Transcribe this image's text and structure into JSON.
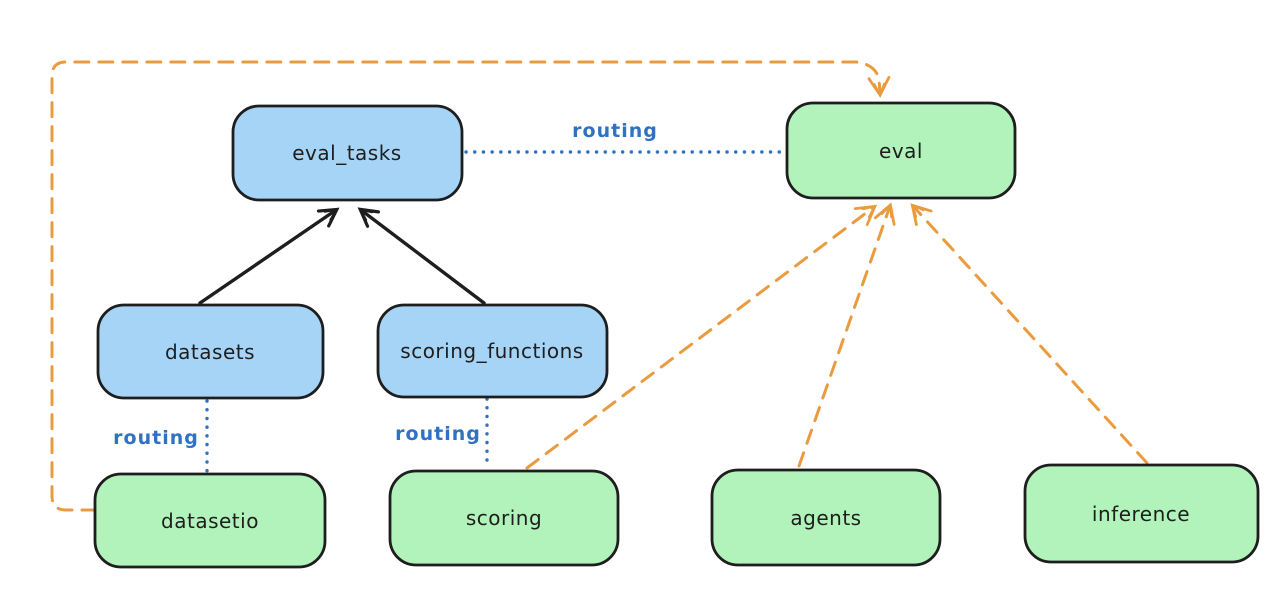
{
  "diagram": {
    "style": "hand-drawn architecture diagram",
    "colors": {
      "background": "#ffffff",
      "node_stroke": "#1e1e1e",
      "node_text": "#1e1e1e",
      "blue_node_fill": "#a5d4f7",
      "green_node_fill": "#b2f2bb",
      "solid_edge": "#1e1e1e",
      "routing_edge": "#2f72c4",
      "provider_edge": "#ea9b40"
    },
    "nodes": {
      "eval_tasks": {
        "label": "eval_tasks",
        "kind": "blue"
      },
      "eval": {
        "label": "eval",
        "kind": "green"
      },
      "datasets": {
        "label": "datasets",
        "kind": "blue"
      },
      "scoring_functions": {
        "label": "scoring_functions",
        "kind": "blue"
      },
      "datasetio": {
        "label": "datasetio",
        "kind": "green"
      },
      "scoring": {
        "label": "scoring",
        "kind": "green"
      },
      "agents": {
        "label": "agents",
        "kind": "green"
      },
      "inference": {
        "label": "inference",
        "kind": "green"
      }
    },
    "edge_labels": {
      "eval_tasks_to_eval": "routing",
      "datasets_to_datasetio": "routing",
      "scoring_functions_to_scoring": "routing"
    },
    "edges": [
      {
        "from": "datasets",
        "to": "eval_tasks",
        "style": "solid",
        "arrow": true
      },
      {
        "from": "scoring_functions",
        "to": "eval_tasks",
        "style": "solid",
        "arrow": true
      },
      {
        "from": "eval_tasks",
        "to": "eval",
        "style": "dotted",
        "label": "routing"
      },
      {
        "from": "datasets",
        "to": "datasetio",
        "style": "dotted",
        "label": "routing"
      },
      {
        "from": "scoring_functions",
        "to": "scoring",
        "style": "dotted",
        "label": "routing"
      },
      {
        "from": "datasetio",
        "to": "eval",
        "style": "dashed",
        "arrow": true,
        "route": "around-left-and-top"
      },
      {
        "from": "scoring",
        "to": "eval",
        "style": "dashed",
        "arrow": true
      },
      {
        "from": "agents",
        "to": "eval",
        "style": "dashed",
        "arrow": true
      },
      {
        "from": "inference",
        "to": "eval",
        "style": "dashed",
        "arrow": true
      }
    ]
  }
}
